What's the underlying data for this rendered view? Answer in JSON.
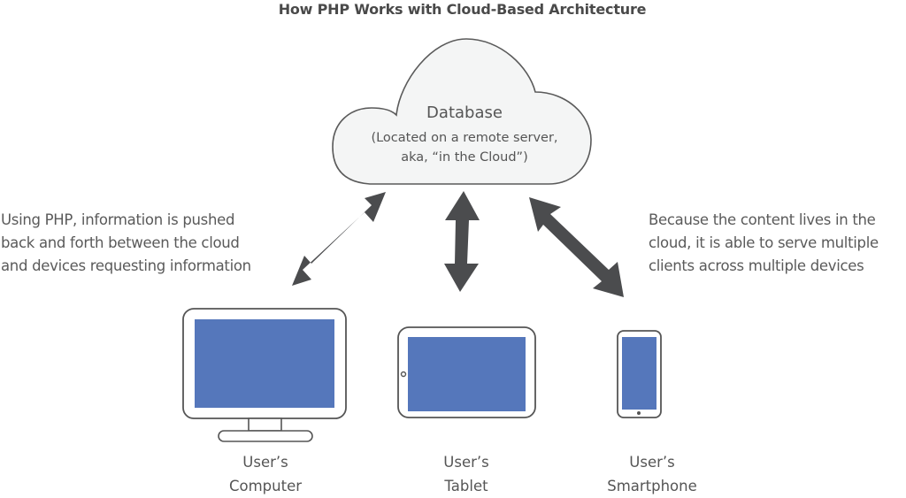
{
  "title": "How PHP Works with Cloud-Based Architecture",
  "cloud": {
    "title": "Database",
    "subtitle_line1": "(Located on a remote server,",
    "subtitle_line2": "aka, “in the Cloud”)",
    "icon": "cloud-icon"
  },
  "notes": {
    "left": [
      "Using PHP, information is pushed",
      "back and forth between the cloud",
      "and devices requesting information"
    ],
    "right": [
      "Because the content lives in the",
      "cloud, it is able to serve multiple",
      "clients across multiple devices"
    ]
  },
  "devices": [
    {
      "icon": "monitor-icon",
      "label_line1": "User’s",
      "label_line2": "Computer"
    },
    {
      "icon": "tablet-icon",
      "label_line1": "User’s",
      "label_line2": "Tablet"
    },
    {
      "icon": "smartphone-icon",
      "label_line1": "User’s",
      "label_line2": "Smartphone"
    }
  ],
  "colors": {
    "screen": "#5577bb",
    "outline": "#555555",
    "arrow": "#4b4c4e",
    "cloud_fill": "#f4f5f5"
  }
}
